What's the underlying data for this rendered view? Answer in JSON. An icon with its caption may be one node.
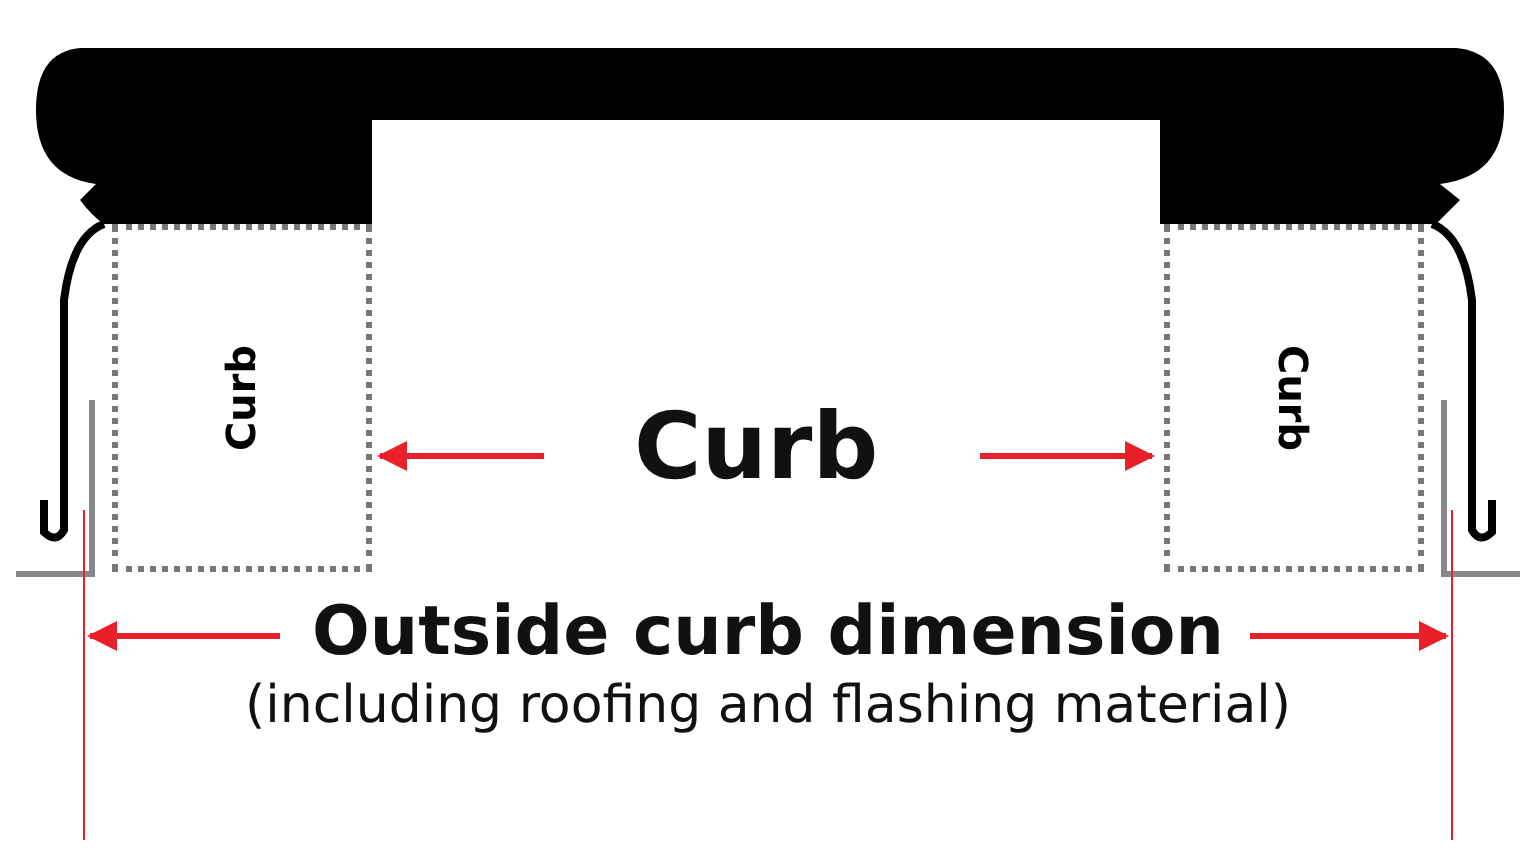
{
  "diagram": {
    "nodes": [
      {
        "text": [
          "Curb"
        ]
      },
      {
        "text": [
          "Curb"
        ]
      }
    ],
    "labels": [
      "Curb",
      "Outside curb dimension",
      "(including roofing and flashing material)"
    ]
  }
}
